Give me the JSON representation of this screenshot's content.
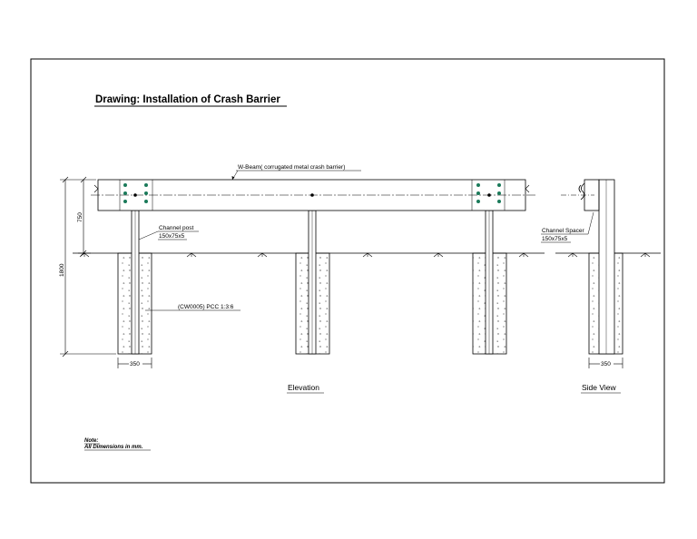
{
  "drawing": {
    "title": "Drawing: Installation of Crash Barrier",
    "labels": {
      "w_beam": "W-Beam( corrugated metal crash barrier)",
      "channel_post": "Channel post",
      "channel_post_size": "150x75x5",
      "concrete": "(CW0005) PCC 1:3:6",
      "channel_spacer": "Channel Spacer",
      "channel_spacer_size": "150x75x5"
    },
    "dimensions": {
      "height_above_ground": "750",
      "total_depth": "1800",
      "footing_width_elevation": "350",
      "footing_width_side": "350"
    },
    "captions": {
      "elevation": "Elevation",
      "side_view": "Side View"
    },
    "note": {
      "heading": "Note:",
      "text": "All Dimensions in mm."
    },
    "colors": {
      "line": "#000000",
      "bolt": "#1a7a5a"
    }
  }
}
